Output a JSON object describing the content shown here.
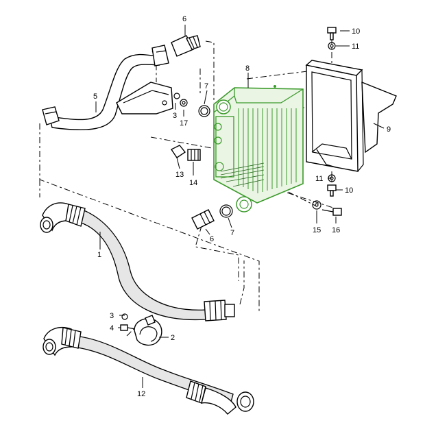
{
  "colors": {
    "highlight": "#3a9a2a",
    "highlight_fill": "#eaf5e4",
    "ink": "#000000",
    "paper": "#ffffff"
  },
  "callouts": {
    "c1": "1",
    "c2": "2",
    "c3a": "3",
    "c3b": "3",
    "c4": "4",
    "c5": "5",
    "c6a": "6",
    "c6b": "6",
    "c7a": "7",
    "c7b": "7",
    "c8": "8",
    "c9": "9",
    "c10a": "10",
    "c10b": "10",
    "c11a": "11",
    "c11b": "11",
    "c12": "12",
    "c13": "13",
    "c14": "14",
    "c15": "15",
    "c16": "16",
    "c17": "17"
  }
}
